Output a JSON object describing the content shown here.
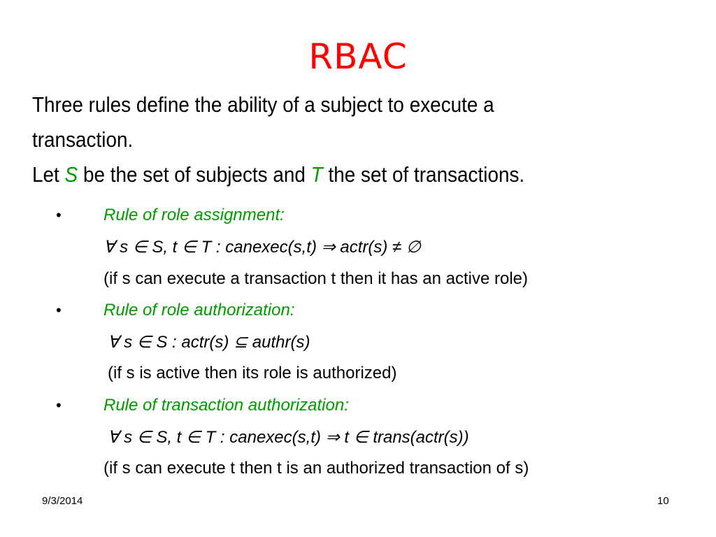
{
  "slide": {
    "title": "RBAC",
    "intro": {
      "line1": "Three rules define the ability of a subject to execute a transaction.",
      "let": "Let",
      "S": "S",
      "mid": "be the set of subjects and",
      "T": "T",
      "end": "the set of transactions."
    },
    "bullet_char": "•",
    "rules": [
      {
        "name": "Rule of role assignment:",
        "formula": "∀ s ∈ S, t ∈ T : canexec(s,t) ⇒ actr(s) ≠ ∅",
        "explanation": "(if s can execute a transaction t then it has an active role)"
      },
      {
        "name": "Rule of role authorization:",
        "formula": "∀ s ∈ S : actr(s) ⊆ authr(s)",
        "explanation": "(if s is active then its role is authorized)"
      },
      {
        "name": "Rule of transaction authorization:",
        "formula": "∀ s ∈ S, t ∈ T : canexec(s,t) ⇒ t ∈ trans(actr(s))",
        "explanation": "(if s can execute t then t is an authorized transaction of s)"
      }
    ],
    "footer": {
      "date": "9/3/2014",
      "page_number": "10"
    }
  },
  "colors": {
    "title": "#ff0000",
    "accent": "#009900",
    "text": "#000000",
    "background": "#ffffff"
  }
}
